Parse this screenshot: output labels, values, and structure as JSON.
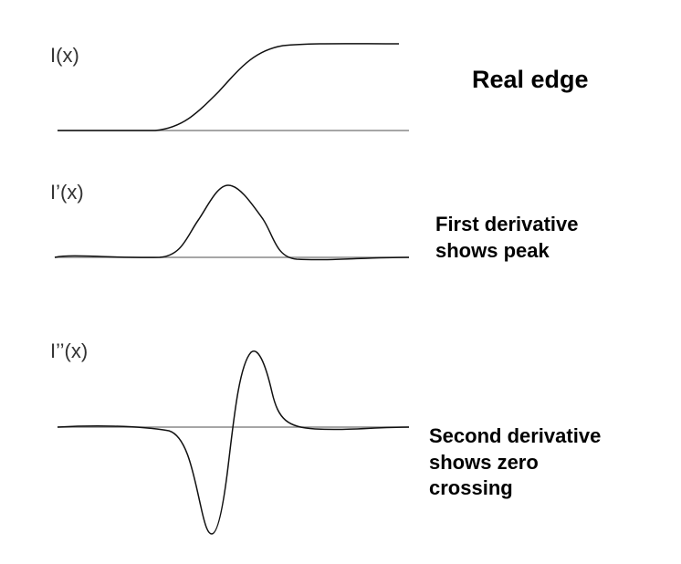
{
  "panels": [
    {
      "axis_label": "I(x)",
      "caption_lines": [
        "Real edge"
      ]
    },
    {
      "axis_label": "I’(x)",
      "caption_lines": [
        "First derivative",
        "shows peak"
      ]
    },
    {
      "axis_label": "I’’(x)",
      "caption_lines": [
        "Second derivative",
        "shows zero",
        "crossing"
      ]
    }
  ],
  "colors": {
    "curve": "#111111",
    "axis": "#888888"
  }
}
